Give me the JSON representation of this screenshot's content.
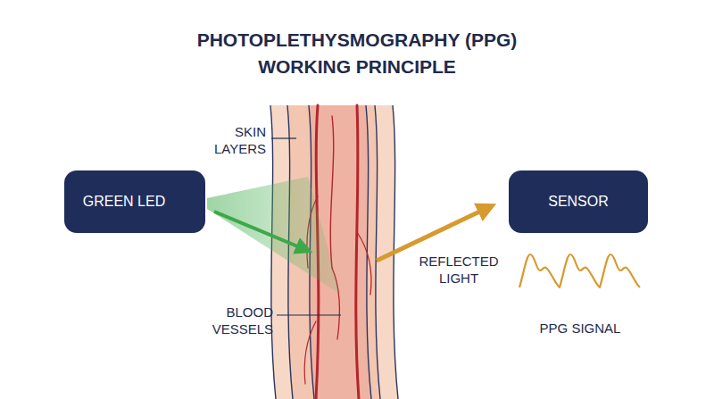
{
  "diagram": {
    "title": "PHOTOPLETHYSMOGRAPHY (PPG) WORKING PRINCIPLE",
    "nodes": [
      {
        "text": [
          "GREEN LED"
        ]
      },
      {
        "text": [
          "SENSOR"
        ]
      }
    ],
    "labels": [
      "SKIN LAYERS",
      "BLOOD VESSELS",
      "REFLECTED LIGHT",
      "PPG SIGNAL"
    ]
  }
}
